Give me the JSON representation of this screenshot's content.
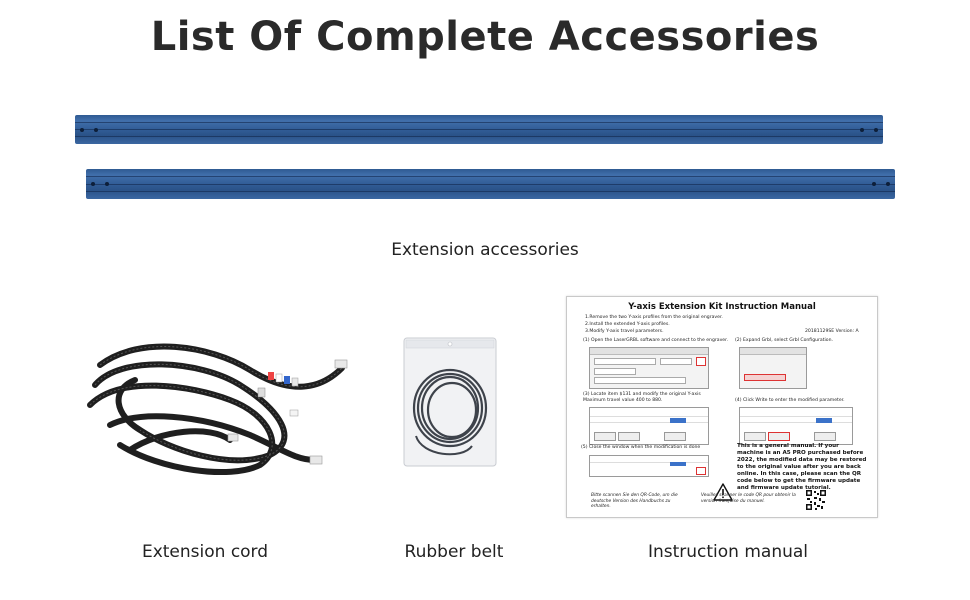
{
  "page": {
    "title": "List Of Complete Accessories"
  },
  "section": {
    "rails_label": "Extension accessories"
  },
  "items": [
    {
      "label": "Extension cord"
    },
    {
      "label": "Rubber belt"
    },
    {
      "label": "Instruction manual"
    }
  ],
  "manual": {
    "title": "Y-axis Extension Kit Instruction Manual",
    "steps": [
      "1.Remove the two Y-axis profiles from the original engraver.",
      "2.Install the extended Y-axis profiles.",
      "3.Modify Y-axis travel parameters."
    ],
    "version": "20181129SE Version: A",
    "step1": "(1) Open the LaserGRBL software and connect to the engraver.",
    "step2": "(2) Expand Grbl, select Grbl Configuration.",
    "step3": "(3) Locate item $131 and modify the original Y-axis Maximum travel value 400 to 880.",
    "step4": "(4) Click Write to enter the modified parameter.",
    "step5": "(5) Close the window when the modification is done",
    "note": "This is a general manual. If your machine is an A5 PRO purchased before 2022, the modified data may be restored to the original value after you are back online. In this case, please scan the QR code below to get the firmware update and firmware update tutorial.",
    "de_note": "Bitte scannen Sie den QR-Code, um die deutsche Version des Handbuchs zu erhalten.",
    "fr_note": "Veuillez scanner le code QR pour obtenir la version française du manuel."
  },
  "colors": {
    "rail": "#35619c",
    "title": "#2a2a2a"
  }
}
